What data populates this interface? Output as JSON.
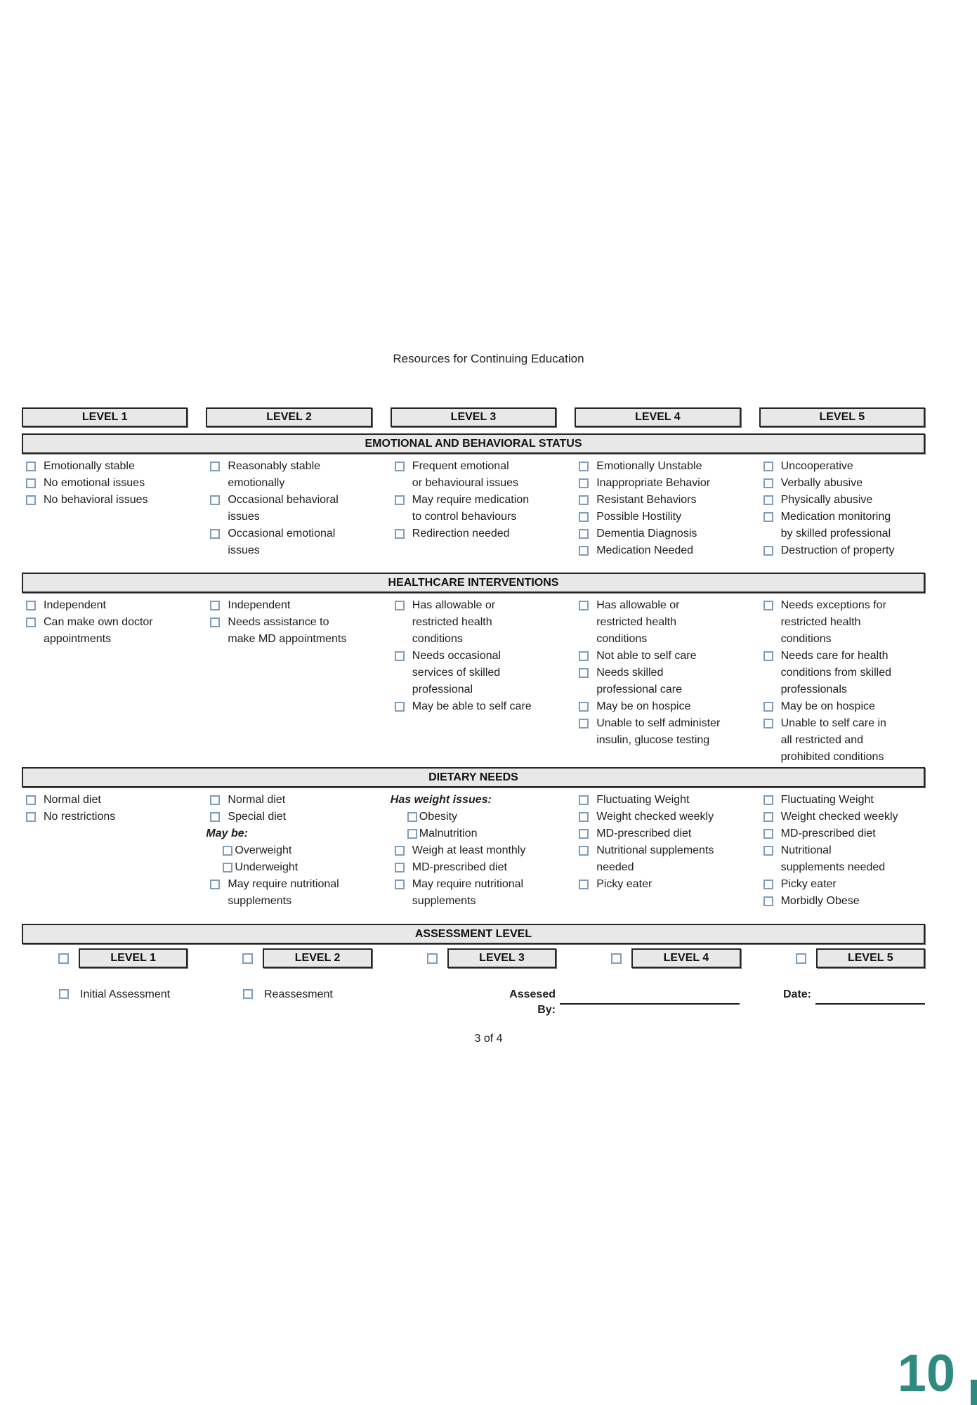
{
  "page": {
    "title": "Resources for Continuing Education",
    "page_number": "3 of 4",
    "corner_number": "10"
  },
  "colors": {
    "accent_teal": "#2f8a7f",
    "checkbox_border": "#7f9db9",
    "header_fill": "#e8e8e8"
  },
  "level_headers": [
    "LEVEL 1",
    "LEVEL 2",
    "LEVEL 3",
    "LEVEL 4",
    "LEVEL 5"
  ],
  "sections": [
    {
      "title": "EMOTIONAL AND BEHAVIORAL STATUS",
      "columns": [
        [
          {
            "type": "check",
            "text": "Emotionally stable"
          },
          {
            "type": "check",
            "text": "No emotional issues"
          },
          {
            "type": "check",
            "text": "No behavioral issues"
          }
        ],
        [
          {
            "type": "check",
            "text": "Reasonably stable\nemotionally"
          },
          {
            "type": "check",
            "text": "Occasional behavioral\nissues"
          },
          {
            "type": "check",
            "text": "Occasional emotional\nissues"
          }
        ],
        [
          {
            "type": "check",
            "text": "Frequent emotional\nor behavioural issues"
          },
          {
            "type": "check",
            "text": "May require medication\nto control behaviours"
          },
          {
            "type": "check",
            "text": "Redirection needed"
          }
        ],
        [
          {
            "type": "check",
            "text": "Emotionally Unstable"
          },
          {
            "type": "check",
            "text": "Inappropriate Behavior"
          },
          {
            "type": "check",
            "text": "Resistant Behaviors"
          },
          {
            "type": "check",
            "text": "Possible Hostility"
          },
          {
            "type": "check",
            "text": "Dementia Diagnosis"
          },
          {
            "type": "check",
            "text": "Medication Needed"
          }
        ],
        [
          {
            "type": "check",
            "text": "Uncooperative"
          },
          {
            "type": "check",
            "text": "Verbally abusive"
          },
          {
            "type": "check",
            "text": "Physically abusive"
          },
          {
            "type": "check",
            "text": "Medication monitoring\nby skilled professional"
          },
          {
            "type": "check",
            "text": "Destruction of property"
          }
        ]
      ]
    },
    {
      "title": "HEALTHCARE INTERVENTIONS",
      "columns": [
        [
          {
            "type": "check",
            "text": "Independent"
          },
          {
            "type": "check",
            "text": "Can make own doctor\nappointments"
          }
        ],
        [
          {
            "type": "check",
            "text": "Independent"
          },
          {
            "type": "check",
            "text": "Needs assistance to\nmake MD appointments"
          }
        ],
        [
          {
            "type": "check",
            "text": "Has allowable or\nrestricted health\nconditions"
          },
          {
            "type": "check",
            "text": "Needs occasional\nservices of skilled\nprofessional"
          },
          {
            "type": "check",
            "text": "May be able to self care"
          }
        ],
        [
          {
            "type": "check",
            "text": "Has allowable or\nrestricted health\nconditions"
          },
          {
            "type": "check",
            "text": "Not able to self care"
          },
          {
            "type": "check",
            "text": "Needs skilled\nprofessional care"
          },
          {
            "type": "check",
            "text": "May be on hospice"
          },
          {
            "type": "check",
            "text": "Unable to self administer\ninsulin, glucose testing"
          }
        ],
        [
          {
            "type": "check",
            "text": "Needs exceptions for\nrestricted health\nconditions"
          },
          {
            "type": "check",
            "text": "Needs care for health\nconditions from skilled\nprofessionals"
          },
          {
            "type": "check",
            "text": "May be on hospice"
          },
          {
            "type": "check",
            "text": "Unable to self care in\nall restricted and\nprohibited conditions"
          }
        ]
      ]
    },
    {
      "title": "DIETARY NEEDS",
      "columns": [
        [
          {
            "type": "check",
            "text": "Normal diet"
          },
          {
            "type": "check",
            "text": "No restrictions"
          }
        ],
        [
          {
            "type": "check",
            "text": "Normal diet"
          },
          {
            "type": "check",
            "text": "Special diet"
          },
          {
            "type": "note",
            "text": "May be:"
          },
          {
            "type": "check-indent",
            "text": "Overweight"
          },
          {
            "type": "check-indent",
            "text": "Underweight"
          },
          {
            "type": "check",
            "text": "May require nutritional\nsupplements"
          }
        ],
        [
          {
            "type": "note",
            "text": "Has weight issues:"
          },
          {
            "type": "check-indent",
            "text": "Obesity"
          },
          {
            "type": "check-indent",
            "text": "Malnutrition"
          },
          {
            "type": "check",
            "text": "Weigh at least monthly"
          },
          {
            "type": "check",
            "text": "MD-prescribed diet"
          },
          {
            "type": "check",
            "text": "May require nutritional\nsupplements"
          }
        ],
        [
          {
            "type": "check",
            "text": "Fluctuating Weight"
          },
          {
            "type": "check",
            "text": "Weight checked weekly"
          },
          {
            "type": "check",
            "text": "MD-prescribed diet"
          },
          {
            "type": "check",
            "text": "Nutritional supplements\nneeded"
          },
          {
            "type": "check",
            "text": "Picky eater"
          }
        ],
        [
          {
            "type": "check",
            "text": "Fluctuating Weight"
          },
          {
            "type": "check",
            "text": "Weight checked weekly"
          },
          {
            "type": "check",
            "text": "MD-prescribed diet"
          },
          {
            "type": "check",
            "text": "Nutritional\nsupplements needed"
          },
          {
            "type": "check",
            "text": "Picky eater"
          },
          {
            "type": "check",
            "text": "Morbidly Obese"
          }
        ]
      ]
    }
  ],
  "assessment": {
    "title": "ASSESSMENT LEVEL",
    "levels": [
      "LEVEL 1",
      "LEVEL 2",
      "LEVEL 3",
      "LEVEL 4",
      "LEVEL 5"
    ],
    "initial_label": "Initial Assessment",
    "reassessment_label": "Reassesment",
    "assessed_by_label": "Assesed By:",
    "date_label": "Date:"
  }
}
